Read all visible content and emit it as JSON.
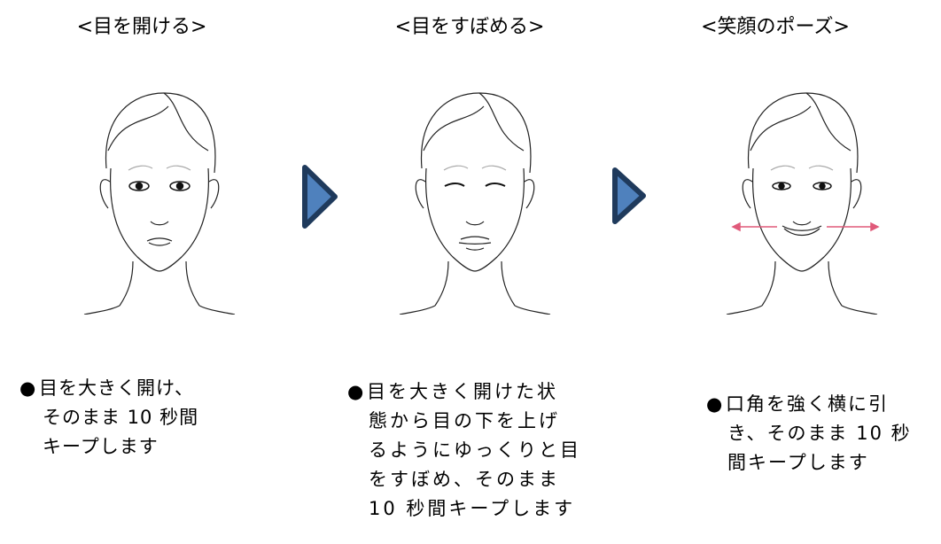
{
  "steps": [
    {
      "title": "<目を開ける>",
      "lines": [
        "目を大きく開け、",
        "そのまま 10 秒間",
        "キープします"
      ],
      "bullet": "●"
    },
    {
      "title": "<目をすぼめる>",
      "lines": [
        "目を大きく開けた状",
        "態から目の下を上げ",
        "るようにゆっくりと目",
        "をすぼめ、そのまま",
        "10 秒間キープします"
      ],
      "bullet": "●"
    },
    {
      "title": "<笑顔のポーズ>",
      "lines": [
        "口角を強く横に引",
        "き、そのまま 10 秒",
        "間キープします"
      ],
      "bullet": "●"
    }
  ],
  "colors": {
    "arrow_fill": "#4f81bd",
    "arrow_stroke": "#1f3a5c",
    "smile_arrow": "#e05a7a"
  },
  "icons": [
    "face-illustration",
    "play-arrow-icon",
    "double-arrow-icon"
  ]
}
